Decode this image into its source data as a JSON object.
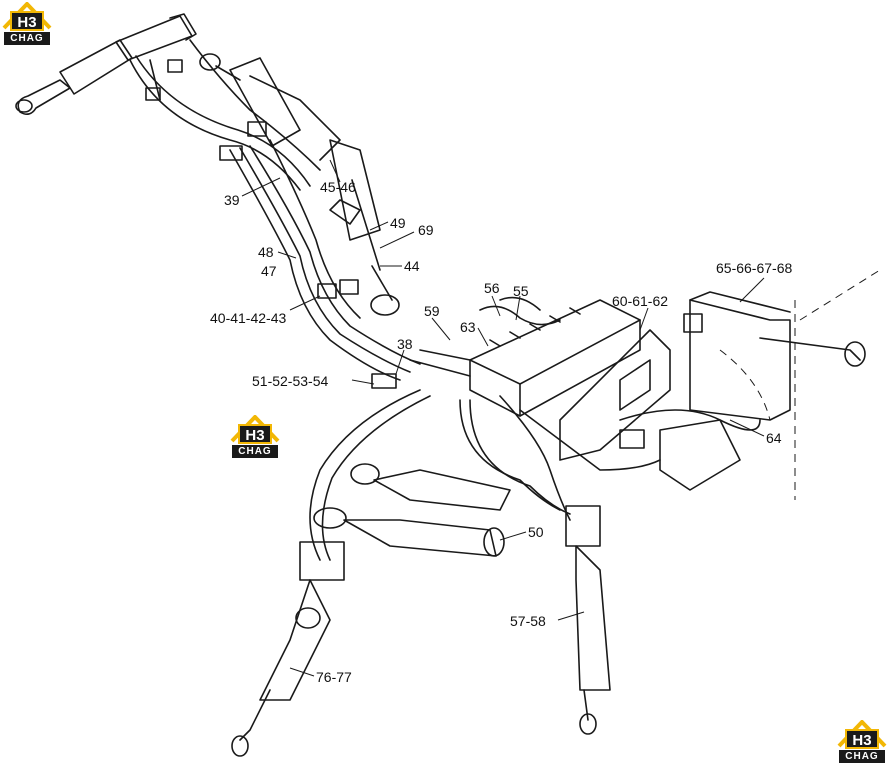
{
  "logo": {
    "mark": "H3",
    "word": "CHAG"
  },
  "labels": {
    "l45_46": "45-46",
    "l39": "39",
    "l49": "49",
    "l69": "69",
    "l48": "48",
    "l47": "47",
    "l44": "44",
    "l40_43": "40-41-42-43",
    "l65_68": "65-66-67-68",
    "l56": "56",
    "l55": "55",
    "l60_62": "60-61-62",
    "l59": "59",
    "l63": "63",
    "l38": "38",
    "l51_54": "51-52-53-54",
    "l64": "64",
    "l50": "50",
    "l57_58": "57-58",
    "l76_77": "76-77"
  },
  "colors": {
    "line": "#1a1a1a",
    "logo_yellow": "#f2b705",
    "logo_dark": "#1a1a1a"
  }
}
